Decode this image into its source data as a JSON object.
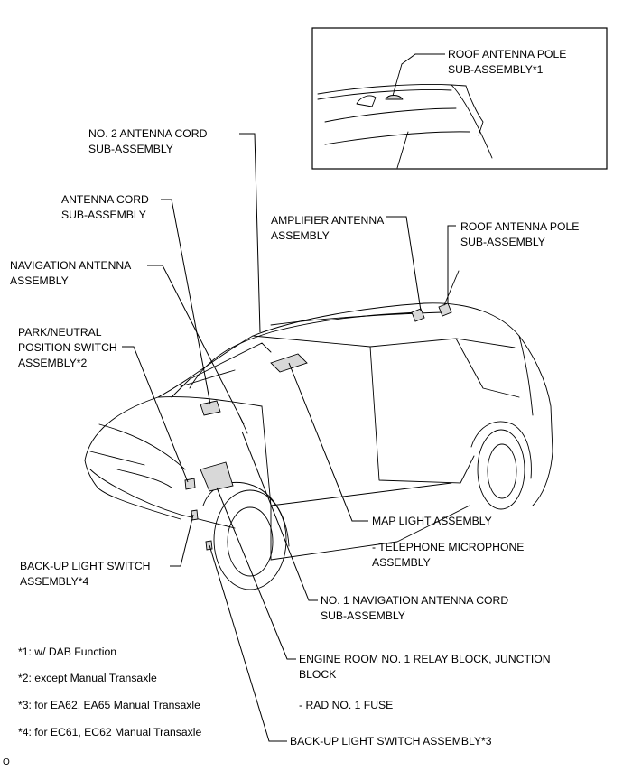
{
  "labels": {
    "roof_pole_dab": "ROOF ANTENNA POLE\nSUB-ASSEMBLY*1",
    "no2_cord": "NO. 2 ANTENNA CORD\nSUB-ASSEMBLY",
    "antenna_cord": "ANTENNA CORD\nSUB-ASSEMBLY",
    "amplifier": "AMPLIFIER ANTENNA\nASSEMBLY",
    "roof_pole": "ROOF ANTENNA POLE\nSUB-ASSEMBLY",
    "nav_antenna": "NAVIGATION ANTENNA\nASSEMBLY",
    "park_neutral": "PARK/NEUTRAL\nPOSITION SWITCH\nASSEMBLY*2",
    "map_light": "MAP LIGHT ASSEMBLY",
    "tel_mic": "- TELEPHONE MICROPHONE\nASSEMBLY",
    "backup_switch4": "BACK-UP LIGHT SWITCH\nASSEMBLY*4",
    "no1_nav_cord": "NO. 1 NAVIGATION ANTENNA CORD\nSUB-ASSEMBLY",
    "relay_block": "ENGINE ROOM NO. 1 RELAY BLOCK, JUNCTION\nBLOCK",
    "rad_fuse": "- RAD NO. 1 FUSE",
    "backup_switch3": "BACK-UP LIGHT SWITCH ASSEMBLY*3"
  },
  "notes": [
    "*1: w/ DAB Function",
    "*2: except Manual Transaxle",
    "*3: for EA62, EA65 Manual Transaxle",
    "*4: for EC61, EC62 Manual Transaxle"
  ],
  "figure_id": "O"
}
